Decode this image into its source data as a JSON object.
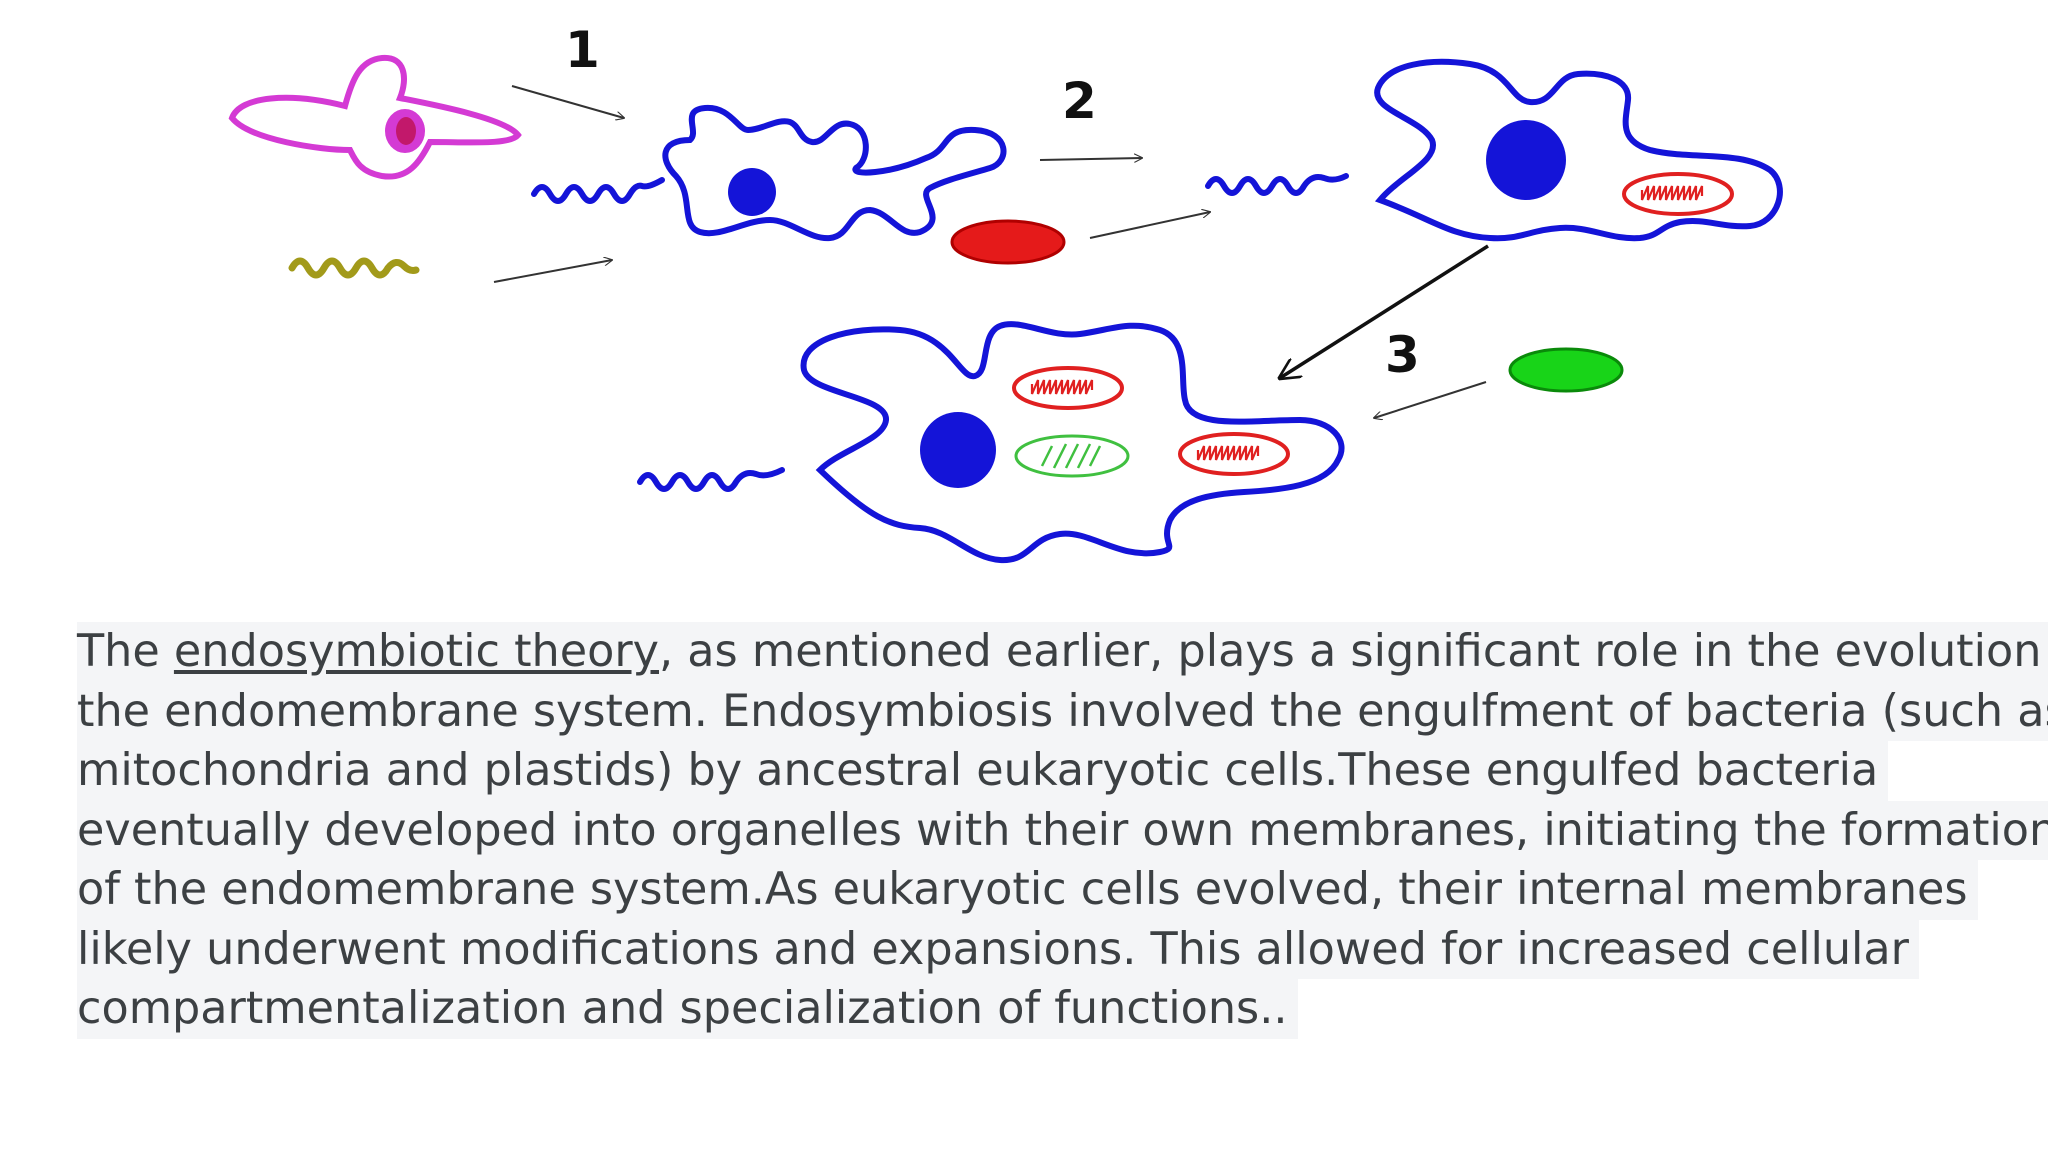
{
  "diagram": {
    "step_labels": [
      "1",
      "2",
      "3"
    ],
    "colors": {
      "host_cell": "#1414d8",
      "archaeon": "#d43ad4",
      "archaeon_nucleus": "#c2186b",
      "flagellum_bacterium": "#a29a1a",
      "aerobic_bacterium": "#e51a1a",
      "photosynthetic_bacterium": "#18d418",
      "mitochondrion": "#e02020",
      "chloroplast": "#40c040"
    }
  },
  "paragraph": {
    "line1_before": "The ",
    "link": "endosymbiotic theory",
    "line1_after": ", as mentioned earlier, plays a significant role in the evolution of",
    "line2": "the endomembrane system. Endosymbiosis involved the engulfment of bacteria (such as",
    "line3": "mitochondria and plastids) by ancestral eukaryotic cells.These engulfed bacteria",
    "line4": "eventually developed into organelles with their own membranes, initiating the formation",
    "line5": "of the endomembrane system.As eukaryotic cells evolved, their internal membranes",
    "line6": "likely underwent modifications and expansions. This allowed for increased cellular",
    "line7": "compartmentalization and specialization of functions.."
  }
}
